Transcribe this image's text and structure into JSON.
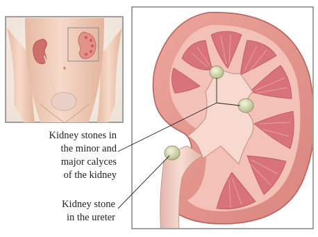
{
  "labels": {
    "calyces": {
      "lines": [
        "Kidney stones in",
        "the minor and",
        "major calyces",
        "of the kidney"
      ]
    },
    "ureter": {
      "lines": [
        "Kidney stone",
        "in the ureter"
      ]
    }
  },
  "colors": {
    "cortex": "#e79a90",
    "medulla": "#f3c1b8",
    "pyramid": "#d9737a",
    "pelvis": "#f7d9d0",
    "stone": "#d8dcb5",
    "skin": "#f2cdb8",
    "frame": "#7a7a7a"
  }
}
